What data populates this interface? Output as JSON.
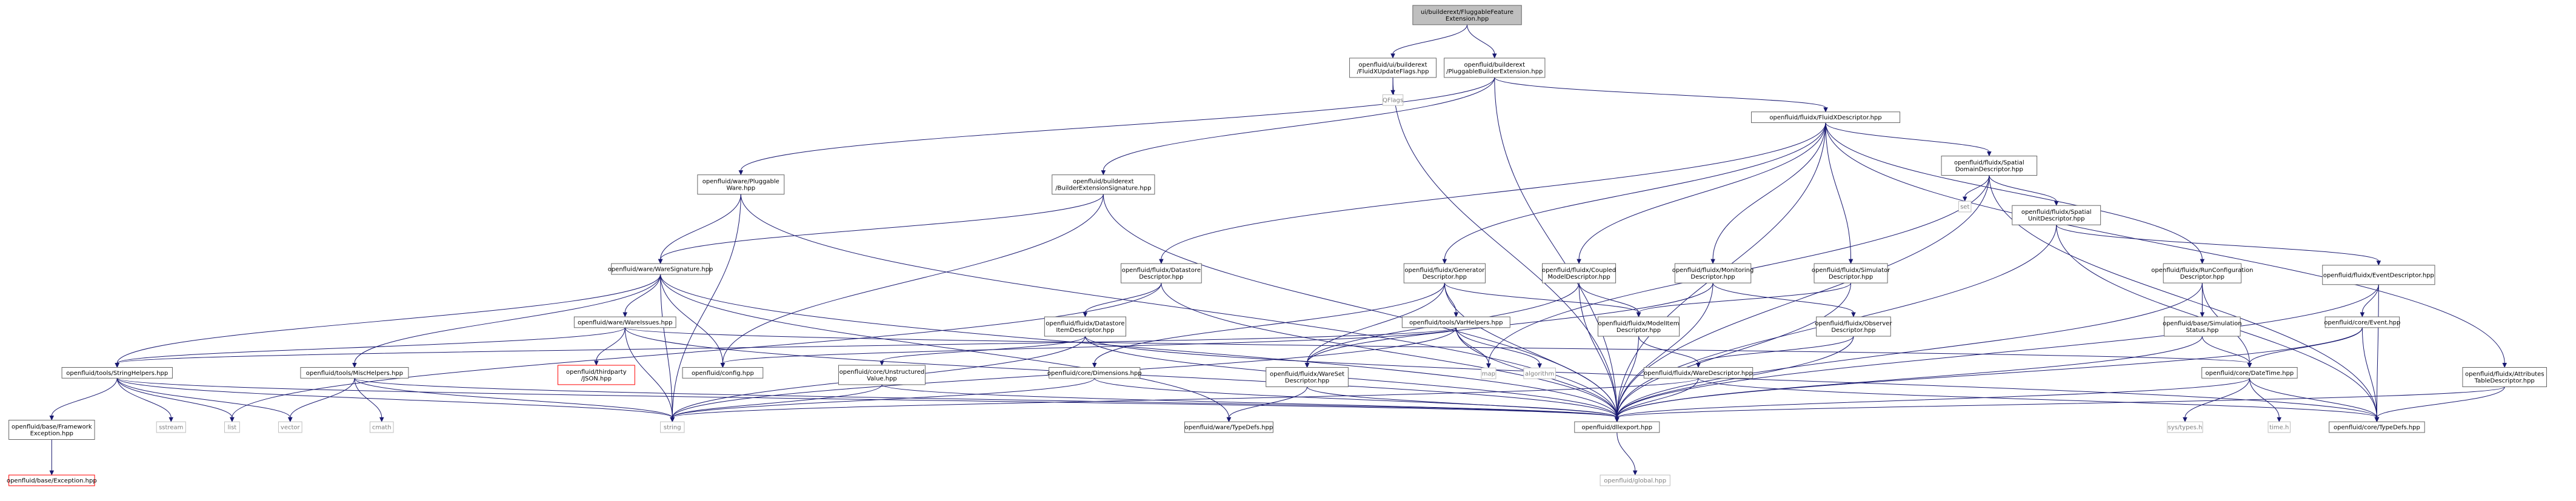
{
  "graph": {
    "title": "Include dependency graph",
    "nodes": [
      {
        "id": "root",
        "kind": "root",
        "lines": [
          "ui/builderext/FluggableFeature",
          "Extension.hpp"
        ]
      },
      {
        "id": "fluidxupdate",
        "kind": "normal",
        "lines": [
          "openfluid/ui/builderext",
          "/FluidXUpdateFlags.hpp"
        ]
      },
      {
        "id": "pluggableext",
        "kind": "normal",
        "lines": [
          "openfluid/builderext",
          "/PluggableBuilderExtension.hpp"
        ]
      },
      {
        "id": "qflags",
        "kind": "sys",
        "lines": [
          "QFlags"
        ]
      },
      {
        "id": "fluidxdesc",
        "kind": "normal",
        "lines": [
          "openfluid/fluidx/FluidXDescriptor.hpp"
        ]
      },
      {
        "id": "pluggableware",
        "kind": "normal",
        "lines": [
          "openfluid/ware/Pluggable",
          "Ware.hpp"
        ]
      },
      {
        "id": "extsig",
        "kind": "normal",
        "lines": [
          "openfluid/builderext",
          "/BuilderExtensionSignature.hpp"
        ]
      },
      {
        "id": "spatialdomain",
        "kind": "normal",
        "lines": [
          "openfluid/fluidx/Spatial",
          "DomainDescriptor.hpp"
        ]
      },
      {
        "id": "set",
        "kind": "sys",
        "lines": [
          "set"
        ]
      },
      {
        "id": "spatialunit",
        "kind": "normal",
        "lines": [
          "openfluid/fluidx/Spatial",
          "UnitDescriptor.hpp"
        ]
      },
      {
        "id": "runconfig",
        "kind": "normal",
        "lines": [
          "openfluid/fluidx/RunConfiguration",
          "Descriptor.hpp"
        ]
      },
      {
        "id": "eventdesc",
        "kind": "normal",
        "lines": [
          "openfluid/fluidx/EventDescriptor.hpp"
        ]
      },
      {
        "id": "waresig",
        "kind": "normal",
        "lines": [
          "openfluid/ware/WareSignature.hpp"
        ]
      },
      {
        "id": "datastoredesc",
        "kind": "normal",
        "lines": [
          "openfluid/fluidx/Datastore",
          "Descriptor.hpp"
        ]
      },
      {
        "id": "generatordesc",
        "kind": "normal",
        "lines": [
          "openfluid/fluidx/Generator",
          "Descriptor.hpp"
        ]
      },
      {
        "id": "coupledmodel",
        "kind": "normal",
        "lines": [
          "openfluid/fluidx/Coupled",
          "ModelDescriptor.hpp"
        ]
      },
      {
        "id": "monitoring",
        "kind": "normal",
        "lines": [
          "openfluid/fluidx/Monitoring",
          "Descriptor.hpp"
        ]
      },
      {
        "id": "simulatordesc",
        "kind": "normal",
        "lines": [
          "openfluid/fluidx/Simulator",
          "Descriptor.hpp"
        ]
      },
      {
        "id": "simstatus",
        "kind": "normal",
        "lines": [
          "openfluid/base/Simulation",
          "Status.hpp"
        ]
      },
      {
        "id": "coreevent",
        "kind": "normal",
        "lines": [
          "openfluid/core/Event.hpp"
        ]
      },
      {
        "id": "wareissues",
        "kind": "normal",
        "lines": [
          "openfluid/ware/WareIssues.hpp"
        ]
      },
      {
        "id": "datastoreitem",
        "kind": "normal",
        "lines": [
          "openfluid/fluidx/Datastore",
          "ItemDescriptor.hpp"
        ]
      },
      {
        "id": "varhelpers",
        "kind": "normal",
        "lines": [
          "openfluid/tools/VarHelpers.hpp"
        ]
      },
      {
        "id": "modelitem",
        "kind": "normal",
        "lines": [
          "openfluid/fluidx/ModelItem",
          "Descriptor.hpp"
        ]
      },
      {
        "id": "observerdesc",
        "kind": "normal",
        "lines": [
          "openfluid/fluidx/Observer",
          "Descriptor.hpp"
        ]
      },
      {
        "id": "stringhelpers",
        "kind": "normal",
        "lines": [
          "openfluid/tools/StringHelpers.hpp"
        ]
      },
      {
        "id": "mischelpers",
        "kind": "normal",
        "lines": [
          "openfluid/tools/MiscHelpers.hpp"
        ]
      },
      {
        "id": "thirdparty",
        "kind": "missing",
        "lines": [
          "openfluid/thirdparty",
          "/JSON.hpp"
        ]
      },
      {
        "id": "config",
        "kind": "normal",
        "lines": [
          "openfluid/config.hpp"
        ]
      },
      {
        "id": "unstructured",
        "kind": "normal",
        "lines": [
          "openfluid/core/Unstructured",
          "Value.hpp"
        ]
      },
      {
        "id": "dimensions",
        "kind": "normal",
        "lines": [
          "openfluid/core/Dimensions.hpp"
        ]
      },
      {
        "id": "waresetdesc",
        "kind": "normal",
        "lines": [
          "openfluid/fluidx/WareSet",
          "Descriptor.hpp"
        ]
      },
      {
        "id": "map",
        "kind": "sys",
        "lines": [
          "map"
        ]
      },
      {
        "id": "algorithm",
        "kind": "sys",
        "lines": [
          "algorithm"
        ]
      },
      {
        "id": "waredesc",
        "kind": "normal",
        "lines": [
          "openfluid/fluidx/WareDescriptor.hpp"
        ]
      },
      {
        "id": "datetime",
        "kind": "normal",
        "lines": [
          "openfluid/core/DateTime.hpp"
        ]
      },
      {
        "id": "attrtable",
        "kind": "normal",
        "lines": [
          "openfluid/fluidx/Attributes",
          "TableDescriptor.hpp"
        ]
      },
      {
        "id": "frameworkexc",
        "kind": "normal",
        "lines": [
          "openfluid/base/Framework",
          "Exception.hpp"
        ]
      },
      {
        "id": "sstream",
        "kind": "sys",
        "lines": [
          "sstream"
        ]
      },
      {
        "id": "list",
        "kind": "sys",
        "lines": [
          "list"
        ]
      },
      {
        "id": "vector",
        "kind": "sys",
        "lines": [
          "vector"
        ]
      },
      {
        "id": "cmath",
        "kind": "sys",
        "lines": [
          "cmath"
        ]
      },
      {
        "id": "string",
        "kind": "sys",
        "lines": [
          "string"
        ]
      },
      {
        "id": "waretypedefs",
        "kind": "normal",
        "lines": [
          "openfluid/ware/TypeDefs.hpp"
        ]
      },
      {
        "id": "dllexport",
        "kind": "normal",
        "lines": [
          "openfluid/dllexport.hpp"
        ]
      },
      {
        "id": "systypes",
        "kind": "sys",
        "lines": [
          "sys/types.h"
        ]
      },
      {
        "id": "timeh",
        "kind": "sys",
        "lines": [
          "time.h"
        ]
      },
      {
        "id": "coretypedefs",
        "kind": "normal",
        "lines": [
          "openfluid/core/TypeDefs.hpp"
        ]
      },
      {
        "id": "baseexception",
        "kind": "missing",
        "lines": [
          "openfluid/base/Exception.hpp"
        ]
      },
      {
        "id": "global",
        "kind": "sys",
        "lines": [
          "openfluid/global.hpp"
        ]
      }
    ],
    "edges": [
      [
        "root",
        "fluidxupdate"
      ],
      [
        "root",
        "pluggableext"
      ],
      [
        "fluidxupdate",
        "qflags"
      ],
      [
        "fluidxupdate",
        "dllexport"
      ],
      [
        "pluggableext",
        "fluidxdesc"
      ],
      [
        "pluggableext",
        "pluggableware"
      ],
      [
        "pluggableext",
        "extsig"
      ],
      [
        "pluggableext",
        "dllexport"
      ],
      [
        "fluidxdesc",
        "spatialdomain"
      ],
      [
        "fluidxdesc",
        "runconfig"
      ],
      [
        "fluidxdesc",
        "datastoredesc"
      ],
      [
        "fluidxdesc",
        "generatordesc"
      ],
      [
        "fluidxdesc",
        "coupledmodel"
      ],
      [
        "fluidxdesc",
        "monitoring"
      ],
      [
        "fluidxdesc",
        "simulatordesc"
      ],
      [
        "fluidxdesc",
        "attrtable"
      ],
      [
        "fluidxdesc",
        "dllexport"
      ],
      [
        "spatialdomain",
        "set"
      ],
      [
        "spatialdomain",
        "spatialunit"
      ],
      [
        "spatialdomain",
        "map"
      ],
      [
        "spatialdomain",
        "coretypedefs"
      ],
      [
        "spatialdomain",
        "dllexport"
      ],
      [
        "spatialunit",
        "eventdesc"
      ],
      [
        "spatialunit",
        "coretypedefs"
      ],
      [
        "spatialunit",
        "dllexport"
      ],
      [
        "runconfig",
        "simstatus"
      ],
      [
        "runconfig",
        "datetime"
      ],
      [
        "runconfig",
        "dllexport"
      ],
      [
        "eventdesc",
        "coreevent"
      ],
      [
        "eventdesc",
        "coretypedefs"
      ],
      [
        "eventdesc",
        "dllexport"
      ],
      [
        "coreevent",
        "datetime"
      ],
      [
        "coreevent",
        "coretypedefs"
      ],
      [
        "coreevent",
        "dllexport"
      ],
      [
        "simstatus",
        "datetime"
      ],
      [
        "simstatus",
        "dllexport"
      ],
      [
        "pluggableware",
        "waresig"
      ],
      [
        "pluggableware",
        "string"
      ],
      [
        "pluggableware",
        "dllexport"
      ],
      [
        "extsig",
        "waresig"
      ],
      [
        "extsig",
        "config"
      ],
      [
        "extsig",
        "dllexport"
      ],
      [
        "waresig",
        "wareissues"
      ],
      [
        "waresig",
        "mischelpers"
      ],
      [
        "waresig",
        "stringhelpers"
      ],
      [
        "waresig",
        "config"
      ],
      [
        "waresig",
        "waretypedefs"
      ],
      [
        "waresig",
        "string"
      ],
      [
        "waresig",
        "dllexport"
      ],
      [
        "wareissues",
        "thirdparty"
      ],
      [
        "wareissues",
        "stringhelpers"
      ],
      [
        "wareissues",
        "datetime"
      ],
      [
        "wareissues",
        "string"
      ],
      [
        "wareissues",
        "dllexport"
      ],
      [
        "datastoredesc",
        "datastoreitem"
      ],
      [
        "datastoredesc",
        "list"
      ],
      [
        "datastoredesc",
        "dllexport"
      ],
      [
        "datastoreitem",
        "unstructured"
      ],
      [
        "datastoreitem",
        "coretypedefs"
      ],
      [
        "datastoreitem",
        "string"
      ],
      [
        "datastoreitem",
        "dllexport"
      ],
      [
        "generatordesc",
        "varhelpers"
      ],
      [
        "generatordesc",
        "modelitem"
      ],
      [
        "generatordesc",
        "dimensions"
      ],
      [
        "generatordesc",
        "waresetdesc"
      ],
      [
        "generatordesc",
        "dllexport"
      ],
      [
        "varhelpers",
        "map"
      ],
      [
        "varhelpers",
        "algorithm"
      ],
      [
        "varhelpers",
        "stringhelpers"
      ],
      [
        "varhelpers",
        "config"
      ],
      [
        "varhelpers",
        "string"
      ],
      [
        "varhelpers",
        "dllexport"
      ],
      [
        "coupledmodel",
        "modelitem"
      ],
      [
        "coupledmodel",
        "waresetdesc"
      ],
      [
        "coupledmodel",
        "dllexport"
      ],
      [
        "monitoring",
        "observerdesc"
      ],
      [
        "monitoring",
        "waresetdesc"
      ],
      [
        "monitoring",
        "dllexport"
      ],
      [
        "simulatordesc",
        "modelitem"
      ],
      [
        "simulatordesc",
        "dllexport"
      ],
      [
        "modelitem",
        "waredesc"
      ],
      [
        "modelitem",
        "dllexport"
      ],
      [
        "observerdesc",
        "waredesc"
      ],
      [
        "observerdesc",
        "dllexport"
      ],
      [
        "waresetdesc",
        "waretypedefs"
      ],
      [
        "waresetdesc",
        "dllexport"
      ],
      [
        "waredesc",
        "coretypedefs"
      ],
      [
        "waredesc",
        "string"
      ],
      [
        "waredesc",
        "dllexport"
      ],
      [
        "stringhelpers",
        "frameworkexc"
      ],
      [
        "stringhelpers",
        "sstream"
      ],
      [
        "stringhelpers",
        "list"
      ],
      [
        "stringhelpers",
        "vector"
      ],
      [
        "stringhelpers",
        "string"
      ],
      [
        "stringhelpers",
        "dllexport"
      ],
      [
        "mischelpers",
        "cmath"
      ],
      [
        "mischelpers",
        "vector"
      ],
      [
        "mischelpers",
        "string"
      ],
      [
        "mischelpers",
        "dllexport"
      ],
      [
        "frameworkexc",
        "baseexception"
      ],
      [
        "dimensions",
        "string"
      ],
      [
        "dimensions",
        "dllexport"
      ],
      [
        "unstructured",
        "string"
      ],
      [
        "unstructured",
        "dllexport"
      ],
      [
        "datetime",
        "systypes"
      ],
      [
        "datetime",
        "timeh"
      ],
      [
        "datetime",
        "coretypedefs"
      ],
      [
        "datetime",
        "dllexport"
      ],
      [
        "attrtable",
        "coretypedefs"
      ],
      [
        "attrtable",
        "dllexport"
      ],
      [
        "dllexport",
        "global"
      ]
    ]
  }
}
